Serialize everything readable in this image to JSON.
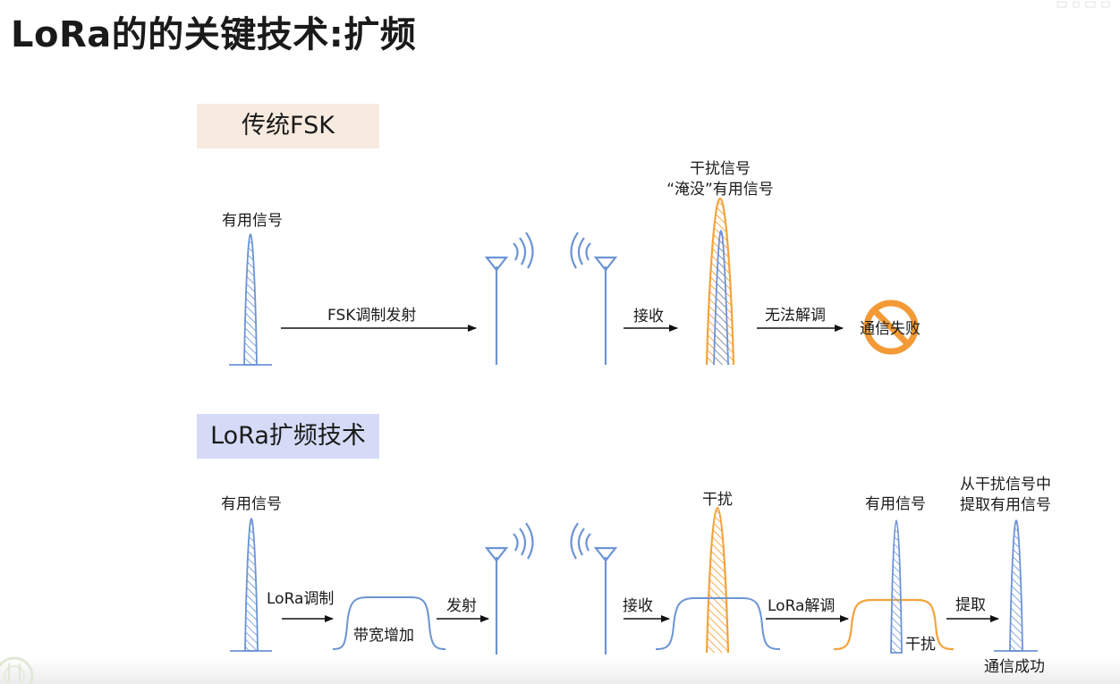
{
  "title": "LoRa的的关键技术:扩频",
  "fsk": {
    "section_label": "传统FSK",
    "useful_signal": "有用信号",
    "fsk_tx": "FSK调制发射",
    "receive": "接收",
    "interference_line1": "干扰信号",
    "interference_line2": "“淹没”有用信号",
    "cannot_demod": "无法解调",
    "fail": "通信失败"
  },
  "lora": {
    "section_label": "LoRa扩频技术",
    "useful_signal": "有用信号",
    "lora_mod": "LoRa调制",
    "bandwidth_increase": "带宽增加",
    "transmit": "发射",
    "interference": "干扰",
    "receive": "接收",
    "lora_demod": "LoRa解调",
    "useful_signal_2": "有用信号",
    "interference_2": "干扰",
    "extract": "提取",
    "extract_line1": "从干扰信号中",
    "extract_line2": "提取有用信号",
    "success": "通信成功"
  },
  "colors": {
    "blue": "#6c94d4",
    "orange": "#f3a33d",
    "no_sign": "#f39a36",
    "arrow": "#111111"
  }
}
